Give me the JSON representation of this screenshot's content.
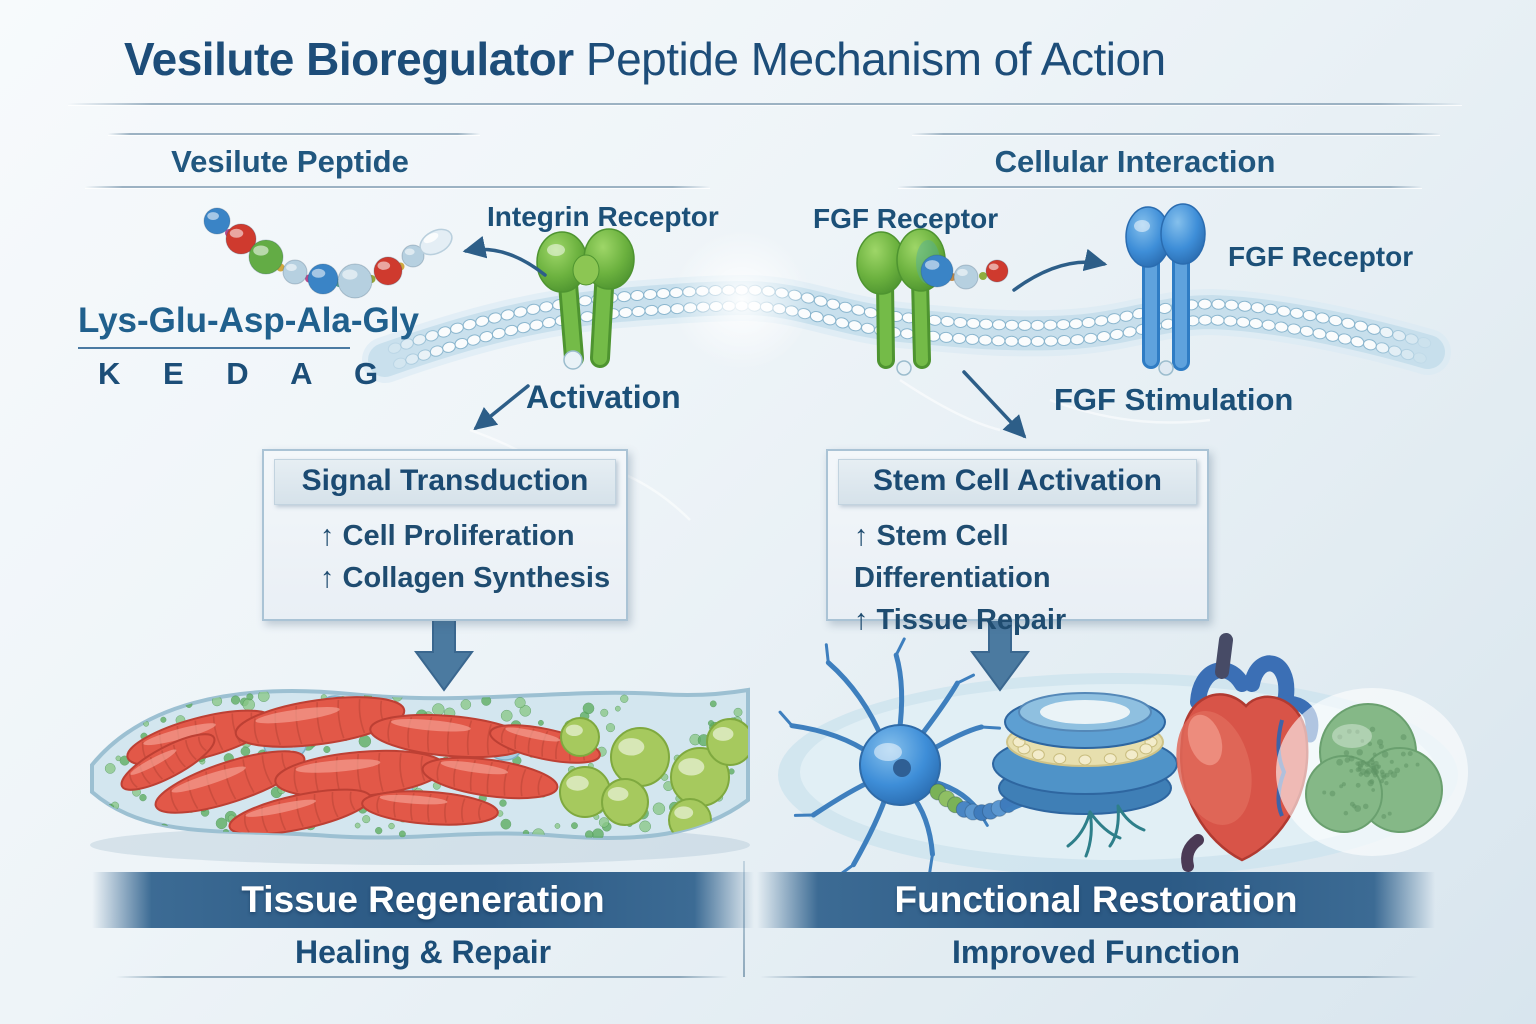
{
  "title": {
    "bold": "Vesilute Bioregulator",
    "rest": " Peptide Mechanism of Action"
  },
  "left_column": {
    "header": "Vesilute Peptide",
    "peptide_sequence": "Lys-Glu-Asp-Ala-Gly",
    "peptide_letters": "K E D A G",
    "receptor_label": "Integrin Receptor",
    "activation_label": "Activation",
    "box": {
      "title": "Signal Transduction",
      "items": [
        "↑ Cell Proliferation",
        "↑ Collagen Synthesis"
      ]
    },
    "banner": "Tissue Regeneration",
    "caption": "Healing & Repair"
  },
  "right_column": {
    "header": "Cellular Interaction",
    "receptor_label_left": "FGF Receptor",
    "receptor_label_right": "FGF Receptor",
    "stimulation_label": "FGF Stimulation",
    "box": {
      "title": "Stem Cell Activation",
      "items": [
        "↑ Stem Cell Differentiation",
        "↑ Tissue Repair"
      ]
    },
    "banner": "Functional Restoration",
    "caption": "Improved Function"
  },
  "illustrations": [
    "peptide-chain",
    "cell-membrane",
    "integrin-receptor",
    "fgf-receptor-green",
    "fgf-receptor-blue",
    "muscle-tissue",
    "neuron",
    "stem-cell-dish",
    "heart",
    "green-organ"
  ],
  "colors": {
    "title_navy": "#1d4d79",
    "text_blue": "#1c5078",
    "arrow_steel": "#2d5e88",
    "banner_blue": "#2c5a85",
    "receptor_green": "#6cb23f",
    "receptor_blue": "#3e8ed8",
    "membrane_blue": "#a9cede",
    "bead_red": "#cf3a2e",
    "bead_blue": "#3a84c6",
    "bead_light": "#b6d0e0",
    "background": "#edf3f8"
  }
}
